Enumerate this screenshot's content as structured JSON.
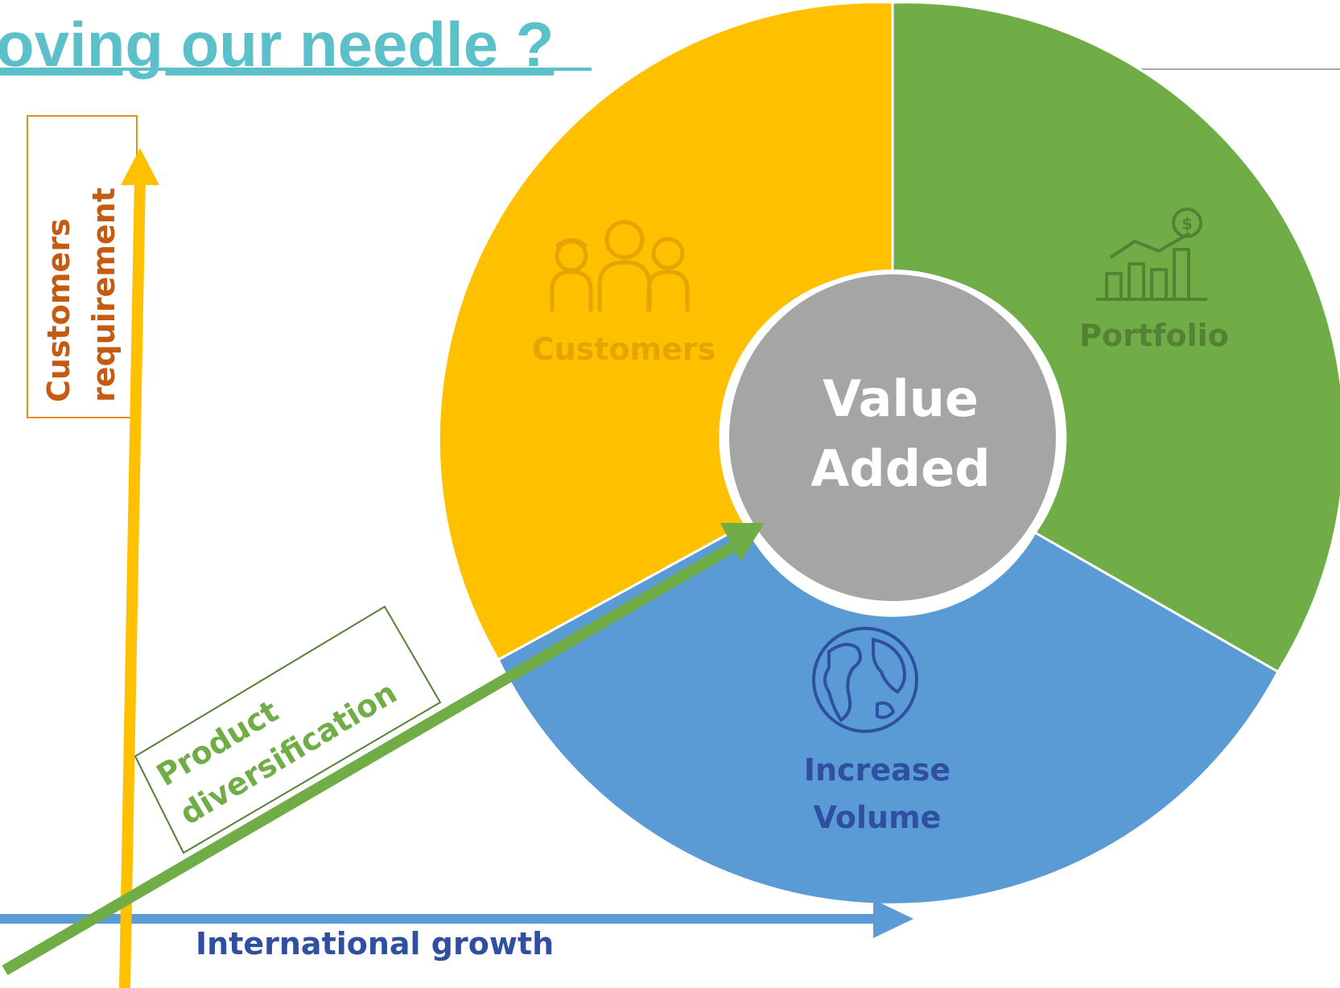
{
  "slide": {
    "title": "oving our needle ?",
    "title_color": "#5BC0C9"
  },
  "wheel": {
    "center_label_line1": "Value",
    "center_label_line2": "Added",
    "segments": [
      {
        "name": "Customers",
        "color": "#FFC000",
        "text_color": "#E5A500",
        "icon": "people-group-icon"
      },
      {
        "name": "Portfolio",
        "color": "#70AD47",
        "text_color": "#548235",
        "icon": "bar-chart-growth-icon"
      },
      {
        "name_line1": "Increase",
        "name_line2": "Volume",
        "color": "#5B9BD5",
        "text_color": "#2F4FA0",
        "icon": "globe-icon"
      }
    ],
    "center_color": "#A5A5A5"
  },
  "axes": {
    "vertical": {
      "label_line1": "Customers",
      "label_line2": "requirement",
      "color": "#FFC000",
      "label_color": "#C55A11"
    },
    "diagonal": {
      "label_line1": "Product",
      "label_line2": "diversification",
      "color": "#70AD47"
    },
    "horizontal": {
      "label": "International growth",
      "color": "#5B9BD5",
      "label_color": "#2F4FA0"
    }
  }
}
